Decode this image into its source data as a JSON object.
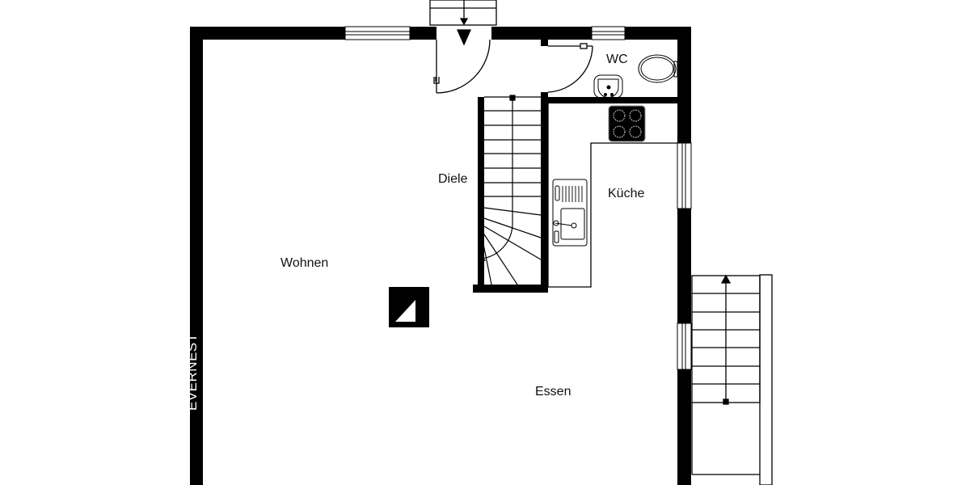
{
  "floorplan": {
    "rooms": [
      {
        "id": "wohnen",
        "label": "Wohnen"
      },
      {
        "id": "diele",
        "label": "Diele"
      },
      {
        "id": "kueche",
        "label": "Küche"
      },
      {
        "id": "wc",
        "label": "WC"
      },
      {
        "id": "essen",
        "label": "Essen"
      }
    ],
    "brand": "EVERNEST",
    "colors": {
      "wall": "#000000",
      "background": "#ffffff",
      "line": "#111111"
    }
  }
}
